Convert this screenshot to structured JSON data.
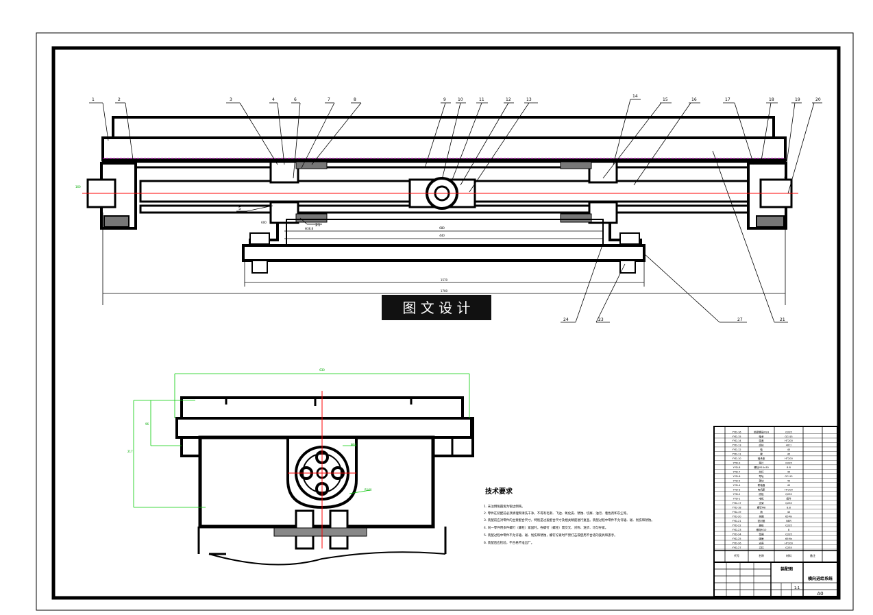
{
  "watermark": {
    "text": "图 文 设 计"
  },
  "balloons": [
    "1",
    "2",
    "3",
    "4",
    "6",
    "7",
    "8",
    "9",
    "10",
    "11",
    "12",
    "13",
    "14",
    "15",
    "16",
    "17",
    "18",
    "19",
    "20",
    "5",
    "21",
    "24",
    "23",
    "27",
    "21"
  ],
  "dimensions": {
    "top_a": "680",
    "top_b": "440",
    "top_c": "600",
    "width_1": "1570",
    "width_2": "1700",
    "lower_w": "630",
    "lower_h1": "96",
    "lower_h2": "217",
    "lower_r1": "Φ60",
    "lower_r2": "R160",
    "side_left": "Φ36.8",
    "tag_left": "160"
  },
  "tech_requirements": {
    "title": "技术要求",
    "lines": [
      "1. 未注倒角圆角为锐边倒钝。",
      "2. 零件在装配前必须清理和清洗干净，不得有毛刺、飞边、氧化皮、锈蚀、切屑、油污、着色剂和灰尘等。",
      "3. 装配前应对零件的主要配合尺寸，特别是过盈配合尺寸及相关精度进行复查。装配过程中零件不允许磕、碰、划伤和锈蚀。",
      "4. 同一零件用多件螺钉（螺栓）紧固时，各螺钉（螺栓）需交叉、对称、逐步、均匀拧紧。",
      "5. 装配过程中零件不允许磕、碰、划伤和锈蚀，螺钉拧紧时严禁打击或使用不合适的旋具和扳手。",
      "6. 装配后应检验，不合格不准出厂。"
    ]
  },
  "bom": {
    "rows": [
      [
        "YYD-16",
        "锁紧螺母M24",
        "Q235"
      ],
      [
        "YYD-15",
        "轴承",
        "GCr15"
      ],
      [
        "YYD-14",
        "端盖",
        "HT200"
      ],
      [
        "YYD-13",
        "齿轮",
        "40Cr"
      ],
      [
        "YYD-12",
        "轴",
        "45"
      ],
      [
        "YYD-11",
        "键",
        "45"
      ],
      [
        "YYD-10",
        "轴承座",
        "HT200"
      ],
      [
        "YYD-9",
        "垫片",
        "Q235"
      ],
      [
        "YYD-8",
        "螺栓M10x30",
        "8.8"
      ],
      [
        "YYD-7",
        "丝杠",
        "45"
      ],
      [
        "YYD-6",
        "导轨",
        "GCr15"
      ],
      [
        "YYD-5",
        "滑块",
        "45"
      ],
      [
        "YYD-4",
        "联轴器",
        "45"
      ],
      [
        "YYD-3",
        "电机座",
        "HT200"
      ],
      [
        "YYD-2",
        "底板",
        "Q235"
      ],
      [
        "YYD-1",
        "电机",
        "组件"
      ],
      [
        "YYD-17",
        "支架",
        "Q235"
      ],
      [
        "YYD-18",
        "螺钉M8",
        "8.8"
      ],
      [
        "YYD-19",
        "销",
        "45"
      ],
      [
        "YYD-20",
        "挡圈",
        "65Mn"
      ],
      [
        "YYD-21",
        "密封圈",
        "NBR"
      ],
      [
        "YYD-22",
        "盖板",
        "Q235"
      ],
      [
        "YYD-23",
        "螺母M10",
        "8"
      ],
      [
        "YYD-24",
        "垫圈",
        "Q235"
      ],
      [
        "YYD-25",
        "弹簧",
        "65Mn"
      ],
      [
        "YYD-26",
        "支座",
        "HT200"
      ],
      [
        "YYD-27",
        "立柱",
        "Q235"
      ]
    ],
    "header": [
      "代号",
      "名称",
      "材料",
      "备注"
    ]
  },
  "title_block": {
    "assembly": "装配图",
    "drawing_title": "横向进给系统",
    "scale": "1:1",
    "sheet_size": "A0"
  },
  "colors": {
    "outline": "#000000",
    "centerline": "#ff0000",
    "dimension": "#00cc00",
    "hidden": "#cc00cc"
  }
}
